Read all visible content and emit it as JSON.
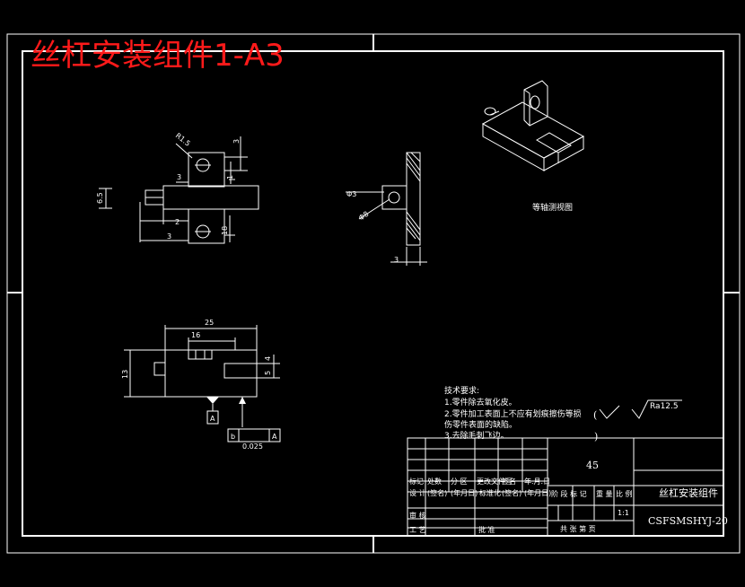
{
  "title": "丝杠安装组件1-A3",
  "views": {
    "top": {
      "dims": [
        "R1.5",
        "3",
        "3",
        "1",
        "6.5",
        "2",
        "3",
        "18"
      ]
    },
    "side": {
      "dims": [
        "Φ3",
        "Φ8",
        "3"
      ]
    },
    "iso": {
      "label": "等轴测视图"
    },
    "front": {
      "dims": [
        "25",
        "16",
        "13",
        "5",
        "4"
      ],
      "datum": "A",
      "tolerance": {
        "symbol": "b",
        "datum": "A",
        "value": "0.025"
      }
    }
  },
  "tech_req": {
    "heading": "技术要求:",
    "items": [
      "1.零件除去氧化皮。",
      "2.零件加工表面上不应有划痕擦伤等损",
      "伤零件表面的缺陷。",
      "3.去除毛刺飞边。"
    ]
  },
  "roughness": {
    "paren_open": "(",
    "paren_close": ")",
    "value": "Ra12.5"
  },
  "title_block": {
    "material": "45",
    "part_name": "丝杠安装组件",
    "drawing_no": "CSFSMSHYJ-20",
    "scale": "1:1",
    "change_headers": [
      "标记",
      "处数",
      "分 区",
      "更改文件号",
      "签名",
      "年.月.日"
    ],
    "sign_headers": [
      "设 计",
      "(签名)",
      "(年月日)",
      "标准化",
      "(签名)",
      "(年月日)"
    ],
    "stage_headers": [
      "阶 段 标 记",
      "重 量",
      "比 例"
    ],
    "review_label": "审 核",
    "process_label": "工 艺",
    "approve_label": "批 准",
    "sheet_label": "共   张   第   页"
  }
}
